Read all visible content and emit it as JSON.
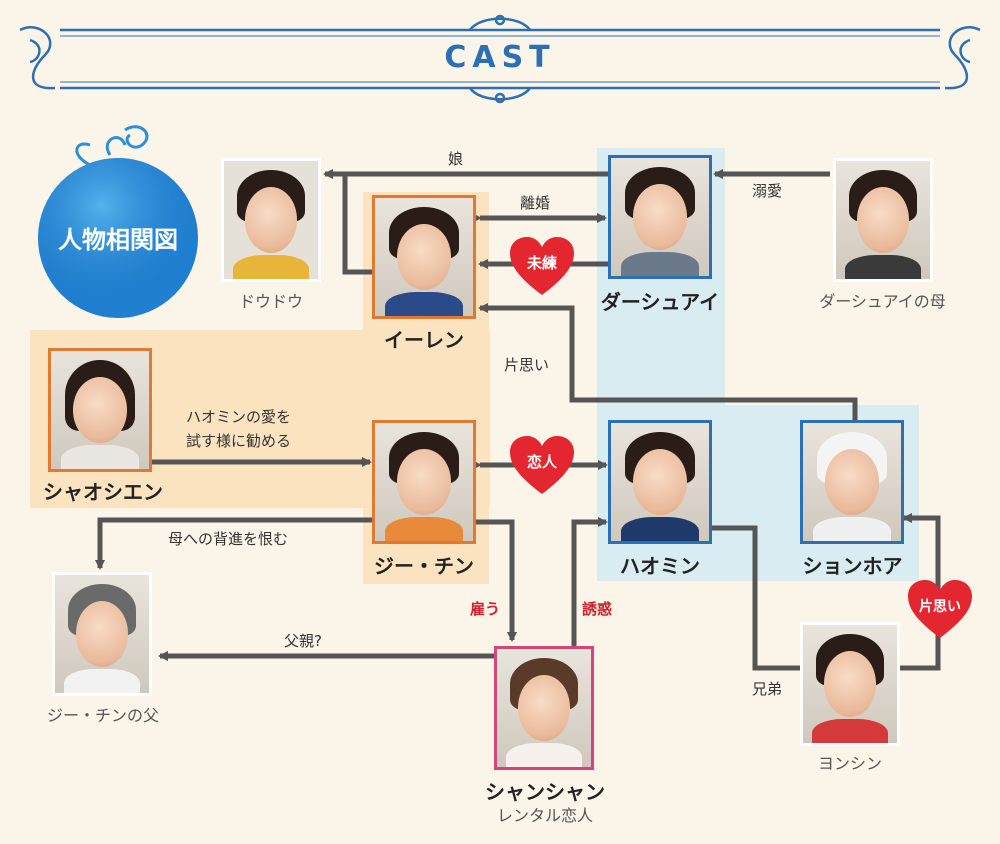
{
  "header": {
    "title": "CAST"
  },
  "badge": {
    "label": "人物相関図"
  },
  "people": {
    "doudou": "ドウドウ",
    "yiren": "イーレン",
    "dashuai": "ダーシュアイ",
    "dashuai_mother": "ダーシュアイの母",
    "xiaoxien": "シャオシエン",
    "ziqing": "ジー・チン",
    "haomin": "ハオミン",
    "xionghoa": "ションホア",
    "ziqing_father": "ジー・チンの父",
    "shanshan": "シャンシャン",
    "shanshan_sub": "レンタル恋人",
    "yongxin": "ヨンシン"
  },
  "relations": {
    "daughter": "娘",
    "divorce": "離婚",
    "lingering": "未練",
    "doting": "溺愛",
    "unrequited1": "片思い",
    "test_line1": "ハオミンの愛を",
    "test_line2": "試す様に勧める",
    "lovers": "恋人",
    "resent": "母への背進を恨む",
    "hire": "雇う",
    "seduce": "誘惑",
    "father_q": "父親?",
    "siblings": "兄弟",
    "unrequited2": "片思い"
  },
  "colors": {
    "orange_zone": "#fbe3bf",
    "blue_zone": "#d8ecf2",
    "blue_border": "#2d6fb3",
    "orange_border": "#e07a32",
    "pink_border": "#d8437a",
    "line": "#555555",
    "heart": "#e3262f",
    "badge": "#1f7fd0"
  }
}
